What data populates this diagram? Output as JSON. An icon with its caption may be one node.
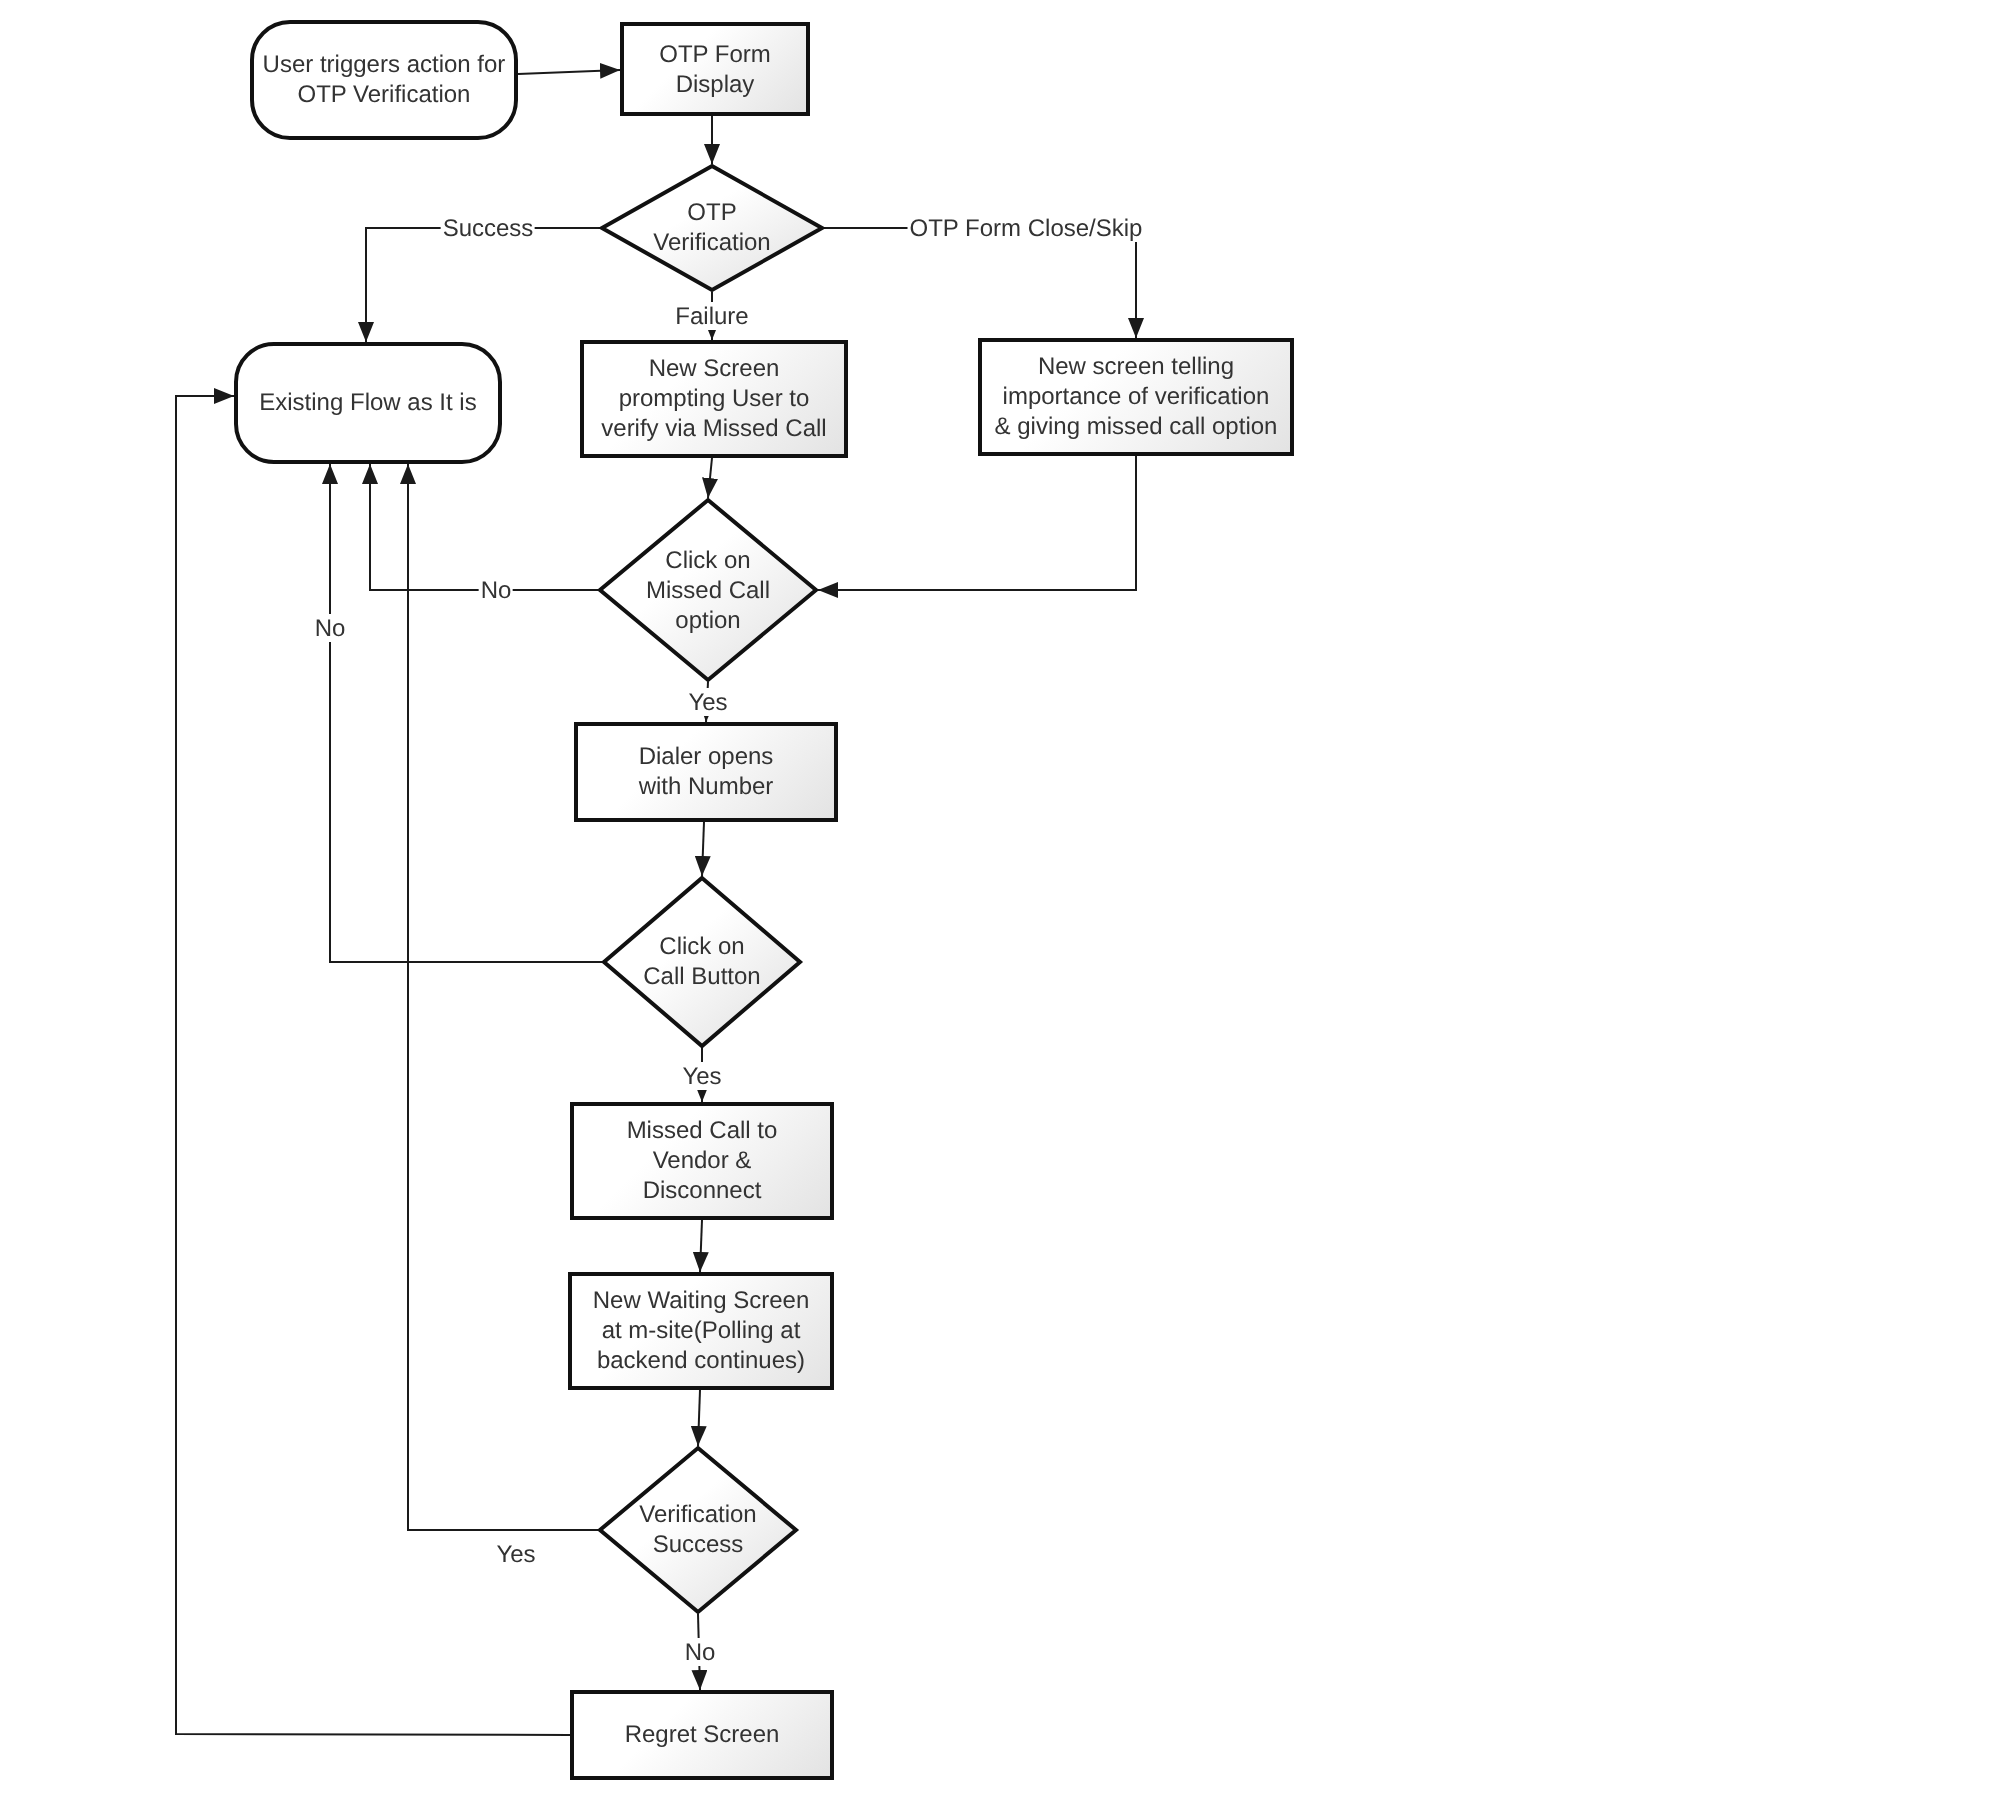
{
  "diagram": {
    "nodes": [
      {
        "text": [
          "User triggers action for OTP Verification"
        ]
      },
      {
        "text": [
          "OTP Form Display"
        ]
      },
      {
        "text": [
          "OTP Verification"
        ]
      },
      {
        "text": [
          "Existing Flow as It is"
        ]
      },
      {
        "text": [
          "New Screen prompting User to verify via Missed Call"
        ]
      },
      {
        "text": [
          "New screen telling importance of verification & giving missed call option"
        ]
      },
      {
        "text": [
          "Click on Missed Call option"
        ]
      },
      {
        "text": [
          "Dialer opens with Number"
        ]
      },
      {
        "text": [
          "Click on Call Button"
        ]
      },
      {
        "text": [
          "Missed Call to Vendor & Disconnect"
        ]
      },
      {
        "text": [
          "New Waiting Screen at m-site(Polling at backend continues)"
        ]
      },
      {
        "text": [
          "Verification Success"
        ]
      },
      {
        "text": [
          "Regret Screen"
        ]
      }
    ],
    "edges": [
      {
        "from": 0,
        "to": 1,
        "arrow": "to"
      },
      {
        "from": 1,
        "to": 2,
        "arrow": "to"
      },
      {
        "from": 2,
        "to": 3,
        "label": "Success",
        "arrow": "to"
      },
      {
        "from": 2,
        "to": 4,
        "label": "Failure",
        "arrow": "to"
      },
      {
        "from": 2,
        "to": 5,
        "label": "OTP Form Close/Skip",
        "arrow": "to"
      },
      {
        "from": 4,
        "to": 6,
        "arrow": "to"
      },
      {
        "from": 5,
        "to": 6,
        "arrow": "to"
      },
      {
        "from": 6,
        "to": 3,
        "label": "No",
        "arrow": "to"
      },
      {
        "from": 6,
        "to": 7,
        "label": "Yes",
        "arrow": "to"
      },
      {
        "from": 7,
        "to": 8,
        "arrow": "to"
      },
      {
        "from": 8,
        "to": 3,
        "label": "No",
        "arrow": "to"
      },
      {
        "from": 8,
        "to": 9,
        "label": "Yes",
        "arrow": "to"
      },
      {
        "from": 9,
        "to": 10,
        "arrow": "to"
      },
      {
        "from": 10,
        "to": 11,
        "arrow": "to"
      },
      {
        "from": 11,
        "to": 3,
        "label": "Yes",
        "arrow": "to"
      },
      {
        "from": 11,
        "to": 12,
        "label": "No",
        "arrow": "to"
      },
      {
        "from": 12,
        "to": 3,
        "arrow": "to"
      }
    ]
  }
}
